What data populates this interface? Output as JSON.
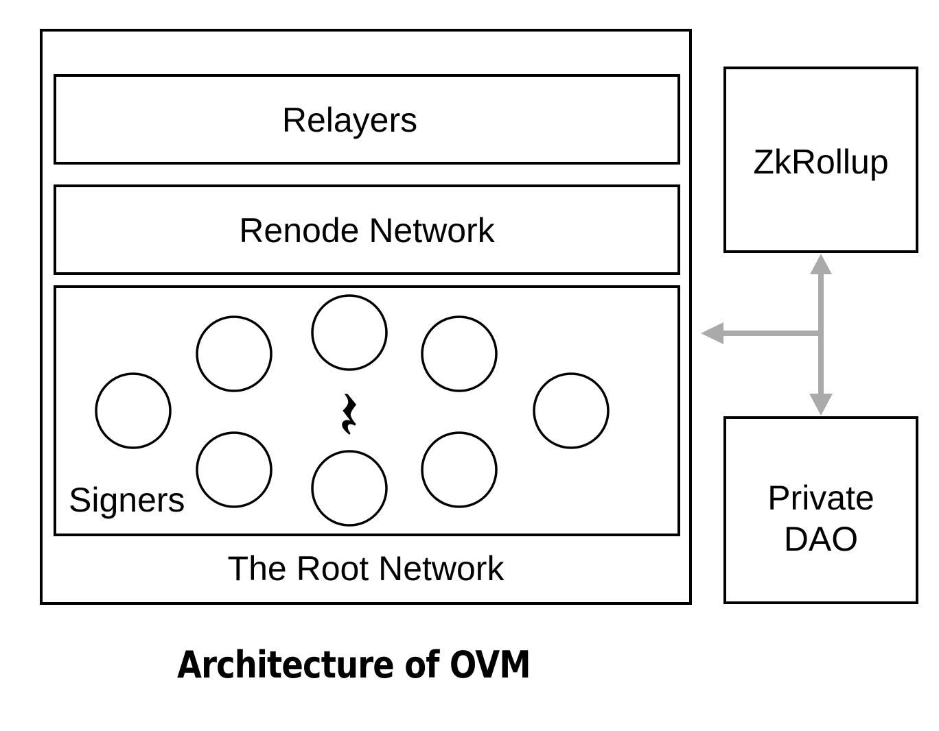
{
  "diagram": {
    "outer_label": "The Root Network",
    "layers": [
      {
        "id": "relayers",
        "label": "Relayers"
      },
      {
        "id": "renode",
        "label": "Renode Network"
      },
      {
        "id": "signers",
        "label": "Signers"
      }
    ],
    "signer_nodes_count": 8,
    "center_symbol": "𝄽",
    "side_boxes": {
      "zkrollup": "ZkRollup",
      "private_dao": "Private DAO",
      "private_dao_lines": [
        "Private",
        "DAO"
      ]
    },
    "connector": {
      "color": "#aaaaaa",
      "arrows": [
        "to-zkrollup",
        "to-private-dao",
        "to-root-network"
      ]
    },
    "caption": "Architecture of OVM"
  }
}
